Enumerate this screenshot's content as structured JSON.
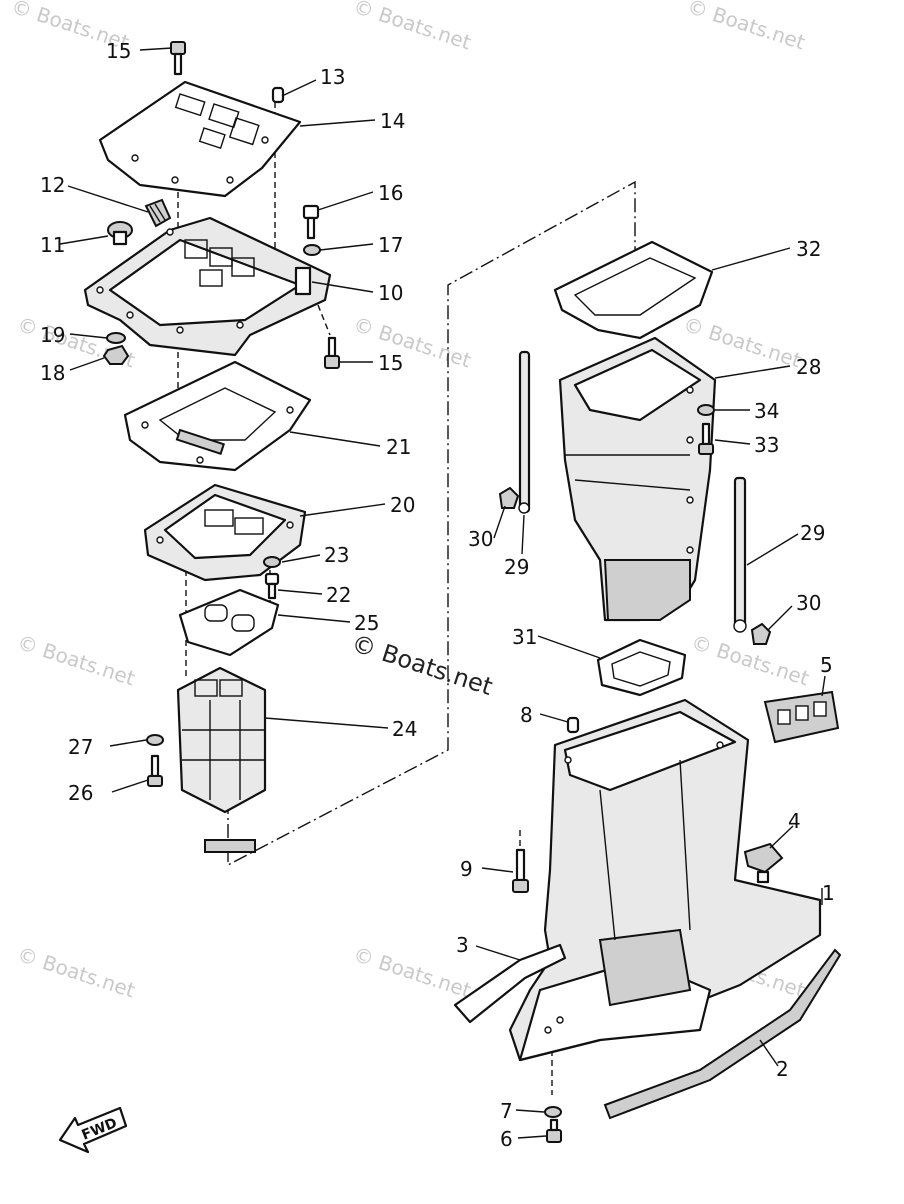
{
  "diagram": {
    "fwd_label": "FWD",
    "watermark_text": "© Boats.net",
    "center_watermark": "© Boats.net",
    "part_labels": [
      "15",
      "13",
      "14",
      "12",
      "16",
      "11",
      "17",
      "10",
      "19",
      "18",
      "15",
      "21",
      "20",
      "23",
      "22",
      "25",
      "24",
      "27",
      "26",
      "32",
      "28",
      "34",
      "33",
      "30",
      "29",
      "29",
      "30",
      "31",
      "5",
      "8",
      "4",
      "9",
      "1",
      "3",
      "2",
      "7",
      "6"
    ]
  }
}
